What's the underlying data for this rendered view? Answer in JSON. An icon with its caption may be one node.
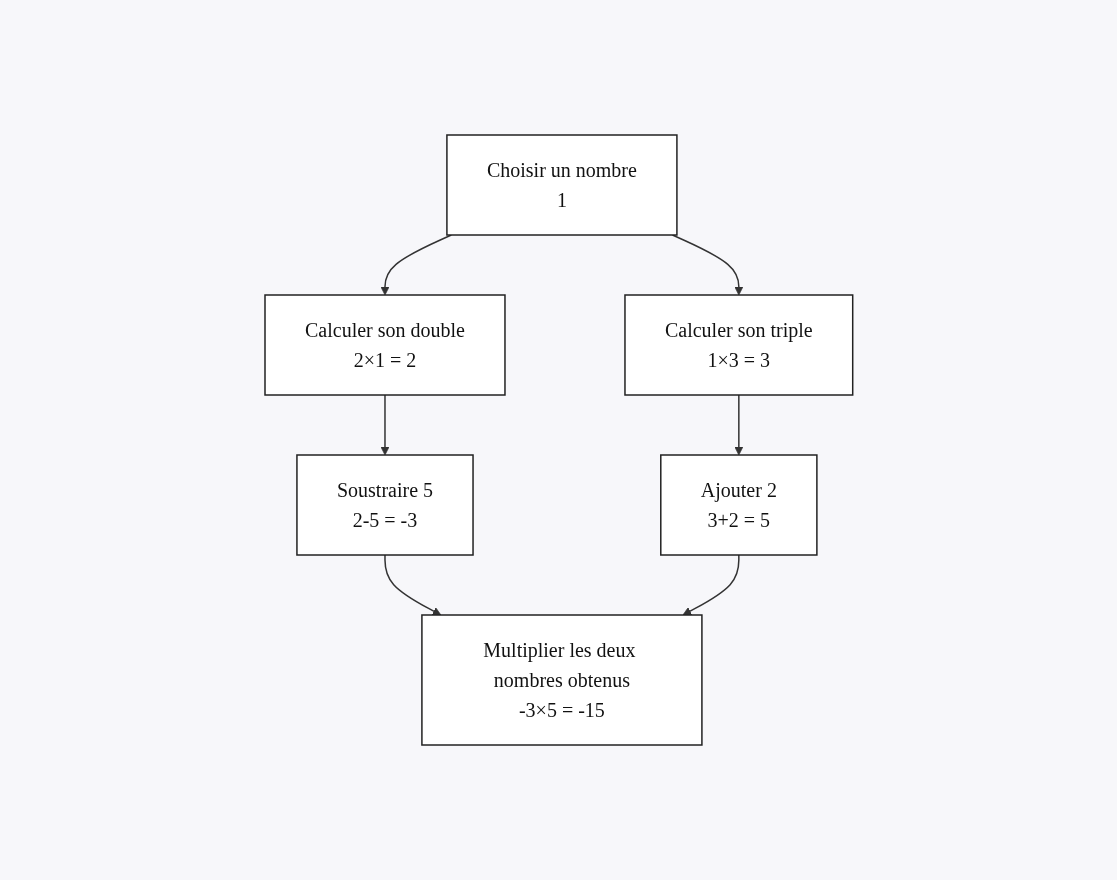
{
  "diagram": {
    "nodes": [
      {
        "text": [
          "Choisir un nombre",
          "1"
        ]
      },
      {
        "text": [
          "Calculer son double",
          "2×1 = 2"
        ]
      },
      {
        "text": [
          "Calculer son triple",
          "1×3 = 3"
        ]
      },
      {
        "text": [
          "Soustraire 5",
          "2-5 = -3"
        ]
      },
      {
        "text": [
          "Ajouter 2",
          "3+2 = 5"
        ]
      },
      {
        "text": [
          "Multiplier les deux nombres obtenus",
          "-3×5 = -15"
        ]
      }
    ],
    "edges": [
      {
        "from": 0,
        "to": 1,
        "arrow": "to"
      },
      {
        "from": 0,
        "to": 2,
        "arrow": "to"
      },
      {
        "from": 1,
        "to": 3,
        "arrow": "to"
      },
      {
        "from": 2,
        "to": 4,
        "arrow": "to"
      },
      {
        "from": 3,
        "to": 5,
        "arrow": "to"
      },
      {
        "from": 4,
        "to": 5,
        "arrow": "to"
      }
    ]
  }
}
